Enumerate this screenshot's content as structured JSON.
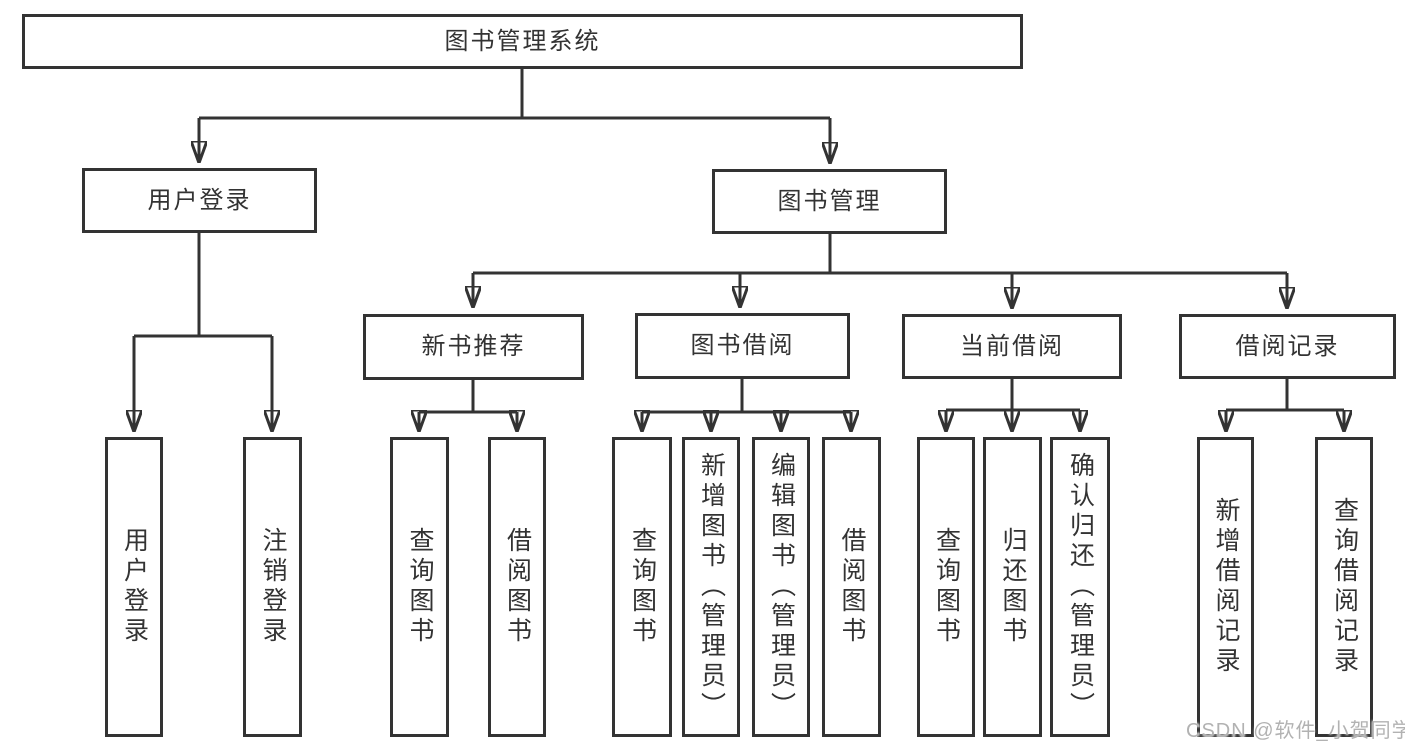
{
  "tree": {
    "label": "图书管理系统",
    "children": [
      {
        "label": "用户登录",
        "children": [
          {
            "label": "用户登录"
          },
          {
            "label": "注销登录"
          }
        ]
      },
      {
        "label": "图书管理",
        "children": [
          {
            "label": "新书推荐",
            "children": [
              {
                "label": "查询图书"
              },
              {
                "label": "借阅图书"
              }
            ]
          },
          {
            "label": "图书借阅",
            "children": [
              {
                "label": "查询图书"
              },
              {
                "label": "新增图书（管理员）"
              },
              {
                "label": "编辑图书（管理员）"
              },
              {
                "label": "借阅图书"
              }
            ]
          },
          {
            "label": "当前借阅",
            "children": [
              {
                "label": "查询图书"
              },
              {
                "label": "归还图书"
              },
              {
                "label": "确认归还（管理员）"
              }
            ]
          },
          {
            "label": "借阅记录",
            "children": [
              {
                "label": "新增借阅记录"
              },
              {
                "label": "查询借阅记录"
              }
            ]
          }
        ]
      }
    ]
  },
  "watermark": {
    "text": "CSDN @软件_小贺同学"
  },
  "colors": {
    "line": "#333333",
    "box_border": "#333333",
    "box_fill": "#ffffff",
    "text": "#333333",
    "watermark": "#b2b2b2",
    "background": "#ffffff"
  }
}
